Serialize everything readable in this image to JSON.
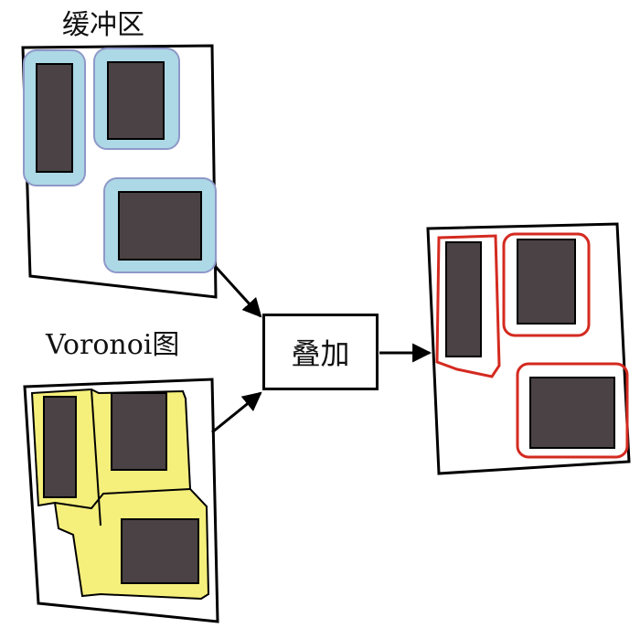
{
  "labels": {
    "buffer": "缓冲区",
    "voronoi": "Voronoi图",
    "operation": "叠加"
  },
  "colors": {
    "building": "#4a4244",
    "buffer_fill": "#add8e6",
    "buffer_stroke": "#8e98c8",
    "voronoi_fill": "#f5ef7c",
    "result_outline": "#d42a20",
    "frame": "#000000"
  }
}
